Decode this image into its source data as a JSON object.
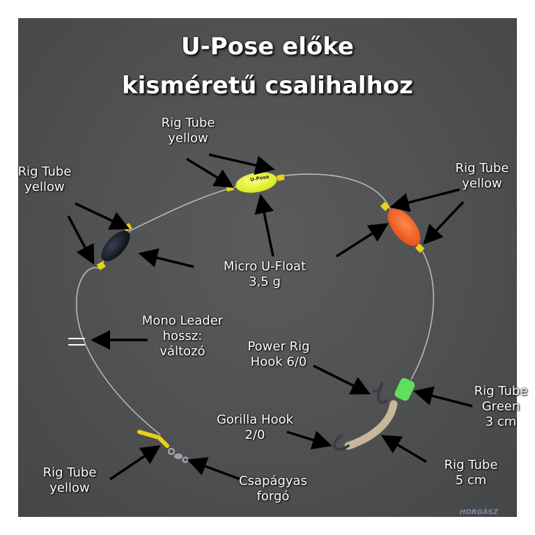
{
  "title": {
    "line1": "U-Pose előke",
    "line2": "kisméretű csalihalhoz"
  },
  "labels": {
    "rig_tube_top": [
      "Rig Tube",
      "yellow"
    ],
    "rig_tube_left": [
      "Rig Tube",
      "yellow"
    ],
    "rig_tube_right": [
      "Rig Tube",
      "yellow"
    ],
    "micro_float": [
      "Micro U-Float",
      "3,5 g"
    ],
    "mono_leader": [
      "Mono Leader",
      "hossz:",
      "változó"
    ],
    "power_rig_hook": [
      "Power Rig",
      "Hook 6/0"
    ],
    "gorilla_hook": [
      "Gorilla Hook",
      "2/0"
    ],
    "rig_tube_green": [
      "Rig Tube",
      "Green",
      "3 cm"
    ],
    "rig_tube_5cm": [
      "Rig Tube",
      "5 cm"
    ],
    "rig_tube_bottom": [
      "Rig Tube",
      "yellow"
    ],
    "swivel": [
      "Csapágyas",
      "forgó"
    ]
  },
  "float_text": "U-Pose",
  "watermark": "HORGÁSZ",
  "colors": {
    "background": "#505153",
    "line": "#c9cdd1",
    "arrow": "#000000",
    "yellow_tube": "#e8d21a",
    "float_yellow": "#e6f23a",
    "float_orange": "#f06a2a",
    "float_dark": "#1c1f2a",
    "green_tube": "#5fe05a",
    "beige_tube": "#c9b79c",
    "hook": "#3a3d42"
  }
}
